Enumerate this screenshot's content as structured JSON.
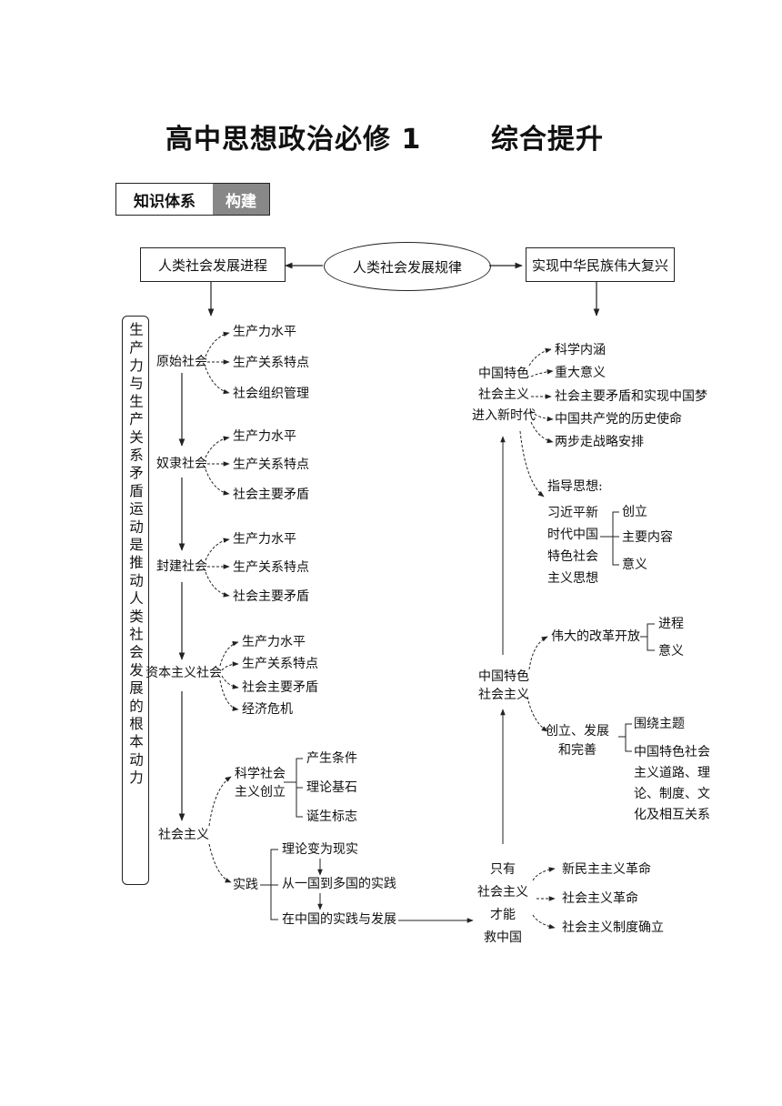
{
  "header": {
    "title": "高中思想政治必修 1",
    "subtitle": "综合提升"
  },
  "badge": {
    "left": "知识体系",
    "right": "构建"
  },
  "top": {
    "center": "人类社会发展规律",
    "left_box": "人类社会发展进程",
    "right_box": "实现中华民族伟大复兴"
  },
  "side_label": "生产力与生产关系矛盾运动是推动人类社会发展的根本动力",
  "stages": {
    "primitive": {
      "name": "原始社会",
      "items": [
        "生产力水平",
        "生产关系特点",
        "社会组织管理"
      ]
    },
    "slave": {
      "name": "奴隶社会",
      "items": [
        "生产力水平",
        "生产关系特点",
        "社会主要矛盾"
      ]
    },
    "feudal": {
      "name": "封建社会",
      "items": [
        "生产力水平",
        "生产关系特点",
        "社会主要矛盾"
      ]
    },
    "capitalist": {
      "name": "资本主义社会",
      "items": [
        "生产力水平",
        "生产关系特点",
        "社会主要矛盾",
        "经济危机"
      ]
    },
    "socialist": {
      "name": "社会主义"
    }
  },
  "scientific": {
    "line1": "科学社会",
    "line2": "主义创立",
    "items": [
      "产生条件",
      "理论基石",
      "诞生标志"
    ]
  },
  "practice": {
    "name": "实践",
    "items": [
      "理论变为现实",
      "从一国到多国的实践",
      "在中国的实践与发展"
    ]
  },
  "only": {
    "lines": [
      "只有",
      "社会主义",
      "才能",
      "救中国"
    ],
    "items": [
      "新民主主义革命",
      "社会主义革命",
      "社会主义制度确立"
    ]
  },
  "cs": {
    "lines": [
      "中国特色",
      "社会主义"
    ],
    "reform": {
      "name": "伟大的改革开放",
      "items": [
        "进程",
        "意义"
      ]
    },
    "found": {
      "line1": "创立、发展",
      "line2": "和完善",
      "items": [
        "围绕主题",
        "中国特色社会主义道路、理论、制度、文化及相互关系"
      ]
    }
  },
  "nera": {
    "lines": [
      "中国特色",
      "社会主义",
      "进入新时代"
    ],
    "items": [
      "科学内涵",
      "重大意义",
      "社会主要矛盾和实现中国梦",
      "中国共产党的历史使命",
      "两步走战略安排"
    ]
  },
  "guide": {
    "label": "指导思想:",
    "lines": [
      "习近平新",
      "时代中国",
      "特色社会",
      "主义思想"
    ],
    "items": [
      "创立",
      "主要内容",
      "意义"
    ]
  }
}
